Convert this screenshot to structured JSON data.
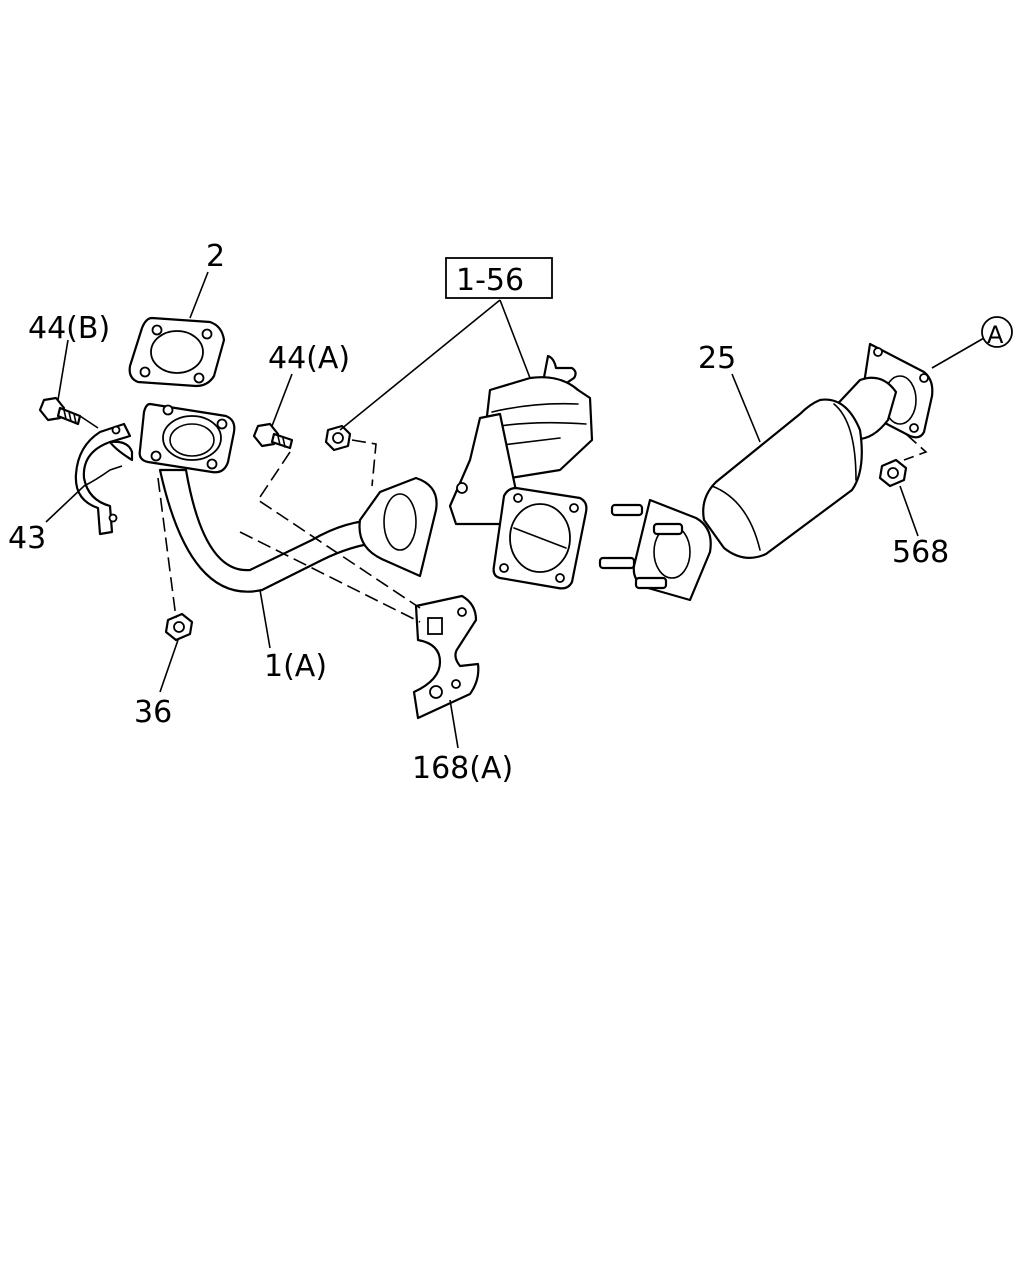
{
  "callouts": {
    "c_2": "2",
    "c_44b": "44(B)",
    "c_44a": "44(A)",
    "c_1_56": "1-56",
    "c_25": "25",
    "c_ref_a": "A",
    "c_43": "43",
    "c_568": "568",
    "c_1a": "1(A)",
    "c_36": "36",
    "c_168a": "168(A)"
  }
}
